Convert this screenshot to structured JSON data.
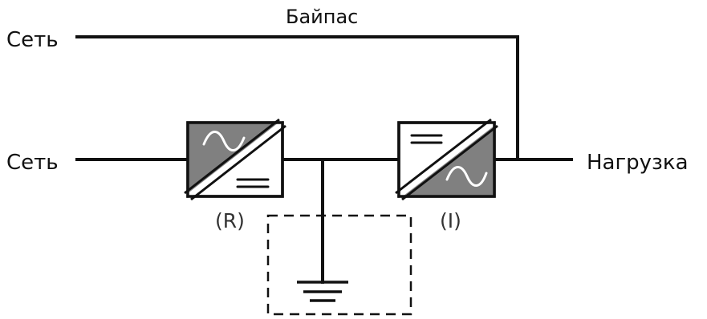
{
  "labels": {
    "mains_top": "Сеть",
    "mains_bottom": "Сеть",
    "bypass": "Байпас",
    "load": "Нагрузка",
    "rectifier": "(R)",
    "inverter": "(I)"
  },
  "colors": {
    "line": "#111111",
    "converter_fill": "#808080",
    "background": "#ffffff"
  },
  "icons": {
    "rectifier_block": "ac-dc-converter-icon",
    "inverter_block": "dc-ac-converter-icon",
    "battery_ground": "ground-icon"
  }
}
